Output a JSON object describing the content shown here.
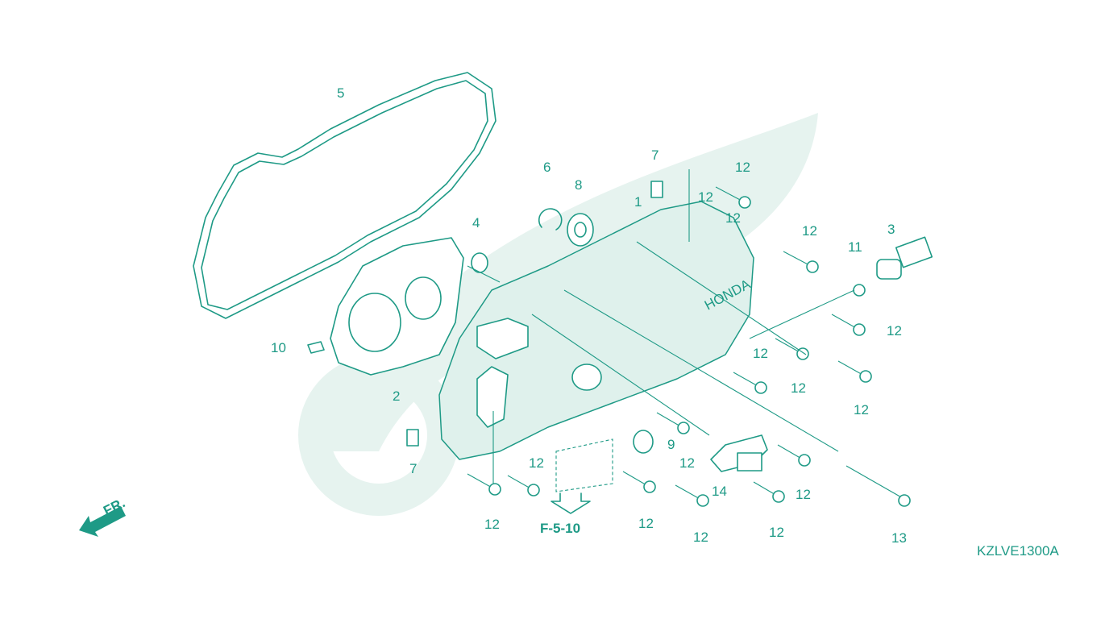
{
  "diagram": {
    "code": "KZLVE1300A",
    "reference": "F-5-10",
    "direction_label": "FR.",
    "brand_mark": "HONDA",
    "accent_color": "#1e9a86",
    "watermark_color": "#e6f3ef",
    "callouts": [
      "1",
      "2",
      "3",
      "4",
      "5",
      "6",
      "7",
      "7",
      "8",
      "9",
      "10",
      "11",
      "12",
      "12",
      "12",
      "12",
      "12",
      "12",
      "12",
      "12",
      "12",
      "12",
      "12",
      "12",
      "12",
      "12",
      "12",
      "13",
      "14"
    ]
  }
}
